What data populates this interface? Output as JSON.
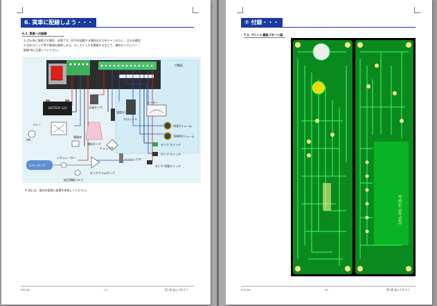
{
  "left_page": {
    "section_title": "6. 実車に配線しよう・・・",
    "subsection": "6.1. 実車への配線",
    "body_lines": [
      "① 点火系に接続する場合、必要です。ECUを起動する場合はタコをキャンセルし、点火の確認",
      "② 別のスイッチ等で電源を確保します。少しスイッチを開閉するなどで、燃料タンクレバー・",
      "配線 時に注意してください。"
    ],
    "note": "※ 他には、既存の配線と配置を参照してください。",
    "footer_left": "ERS-BS",
    "footer_center": "- 27 -",
    "footer_right": "第1章 進んで作ろう",
    "diagram": {
      "accessory_label": "付属品",
      "labels": {
        "ignition": "ON",
        "battery": "BATTERY 12V",
        "relay": "リレー",
        "sensor_water": "水温センサ",
        "sensor_air": "温度センサ",
        "sensor_throttle": "スロットル",
        "fuel_tank": "燃料タンク",
        "tank_air": "エアータンク",
        "regulator": "レギュレーター",
        "diaphragm": "ダイヤフラムポンプ",
        "solenoid": "電磁弁",
        "check_valve": "チェック弁",
        "injector": "インジェクタ",
        "pressure_valve": "加圧電磁バルブ",
        "meter": "メーター",
        "vol_ad": "ADJボリューム",
        "vol_temp": "TEMPボリューム",
        "switch_1": "タンク スイッチ",
        "switch_2": "ポンプ スイッチ",
        "switch_3": "センサ 切替スイッチ"
      }
    }
  },
  "right_page": {
    "section_title": "⑦ 付録・・・",
    "subsection": "7.1. プリント基板パターン図",
    "board_text": "ERS-MS PCB-B",
    "footer_left": "ERS-BS",
    "footer_center": "- 28 -",
    "footer_right": "第1章 進んで作ろう"
  },
  "colors": {
    "header_bg": "#1a3aa0",
    "diagram_bg": "#e5f3f8",
    "pcb_base": "#0a8a1e",
    "pcb_trace": "#3cff60",
    "pcb_pad": "#f4f48a"
  }
}
